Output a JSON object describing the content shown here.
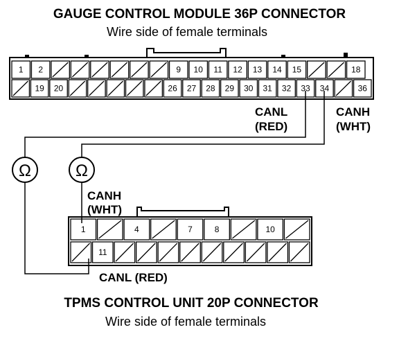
{
  "gauge": {
    "title": "GAUGE CONTROL MODULE 36P CONNECTOR",
    "subtitle": "Wire side of female terminals",
    "top_row": [
      "1",
      "2",
      "",
      "",
      "",
      "",
      "",
      "",
      "9",
      "10",
      "11",
      "12",
      "13",
      "14",
      "15",
      "",
      "",
      "18"
    ],
    "bottom_row": [
      "",
      "19",
      "20",
      "",
      "",
      "",
      "",
      "",
      "26",
      "27",
      "28",
      "29",
      "30",
      "31",
      "32",
      "33",
      "34",
      "",
      "36"
    ]
  },
  "tpms": {
    "title": "TPMS CONTROL UNIT 20P CONNECTOR",
    "subtitle": "Wire side of female terminals",
    "top_row": [
      "1",
      "",
      "4",
      "",
      "7",
      "8",
      "",
      "10",
      ""
    ],
    "bottom_row": [
      "",
      "11",
      "",
      "",
      "",
      "",
      "",
      "",
      "",
      "",
      ""
    ]
  },
  "wires": {
    "canl_red_1": "CANL",
    "canl_red_2": "(RED)",
    "canh_wht_1": "CANH",
    "canh_wht_2": "(WHT)",
    "tpms_canh_1": "CANH",
    "tpms_canh_2": "(WHT)",
    "tpms_canl": "CANL (RED)"
  },
  "meters": [
    {
      "symbol": "Ω"
    },
    {
      "symbol": "Ω"
    }
  ]
}
